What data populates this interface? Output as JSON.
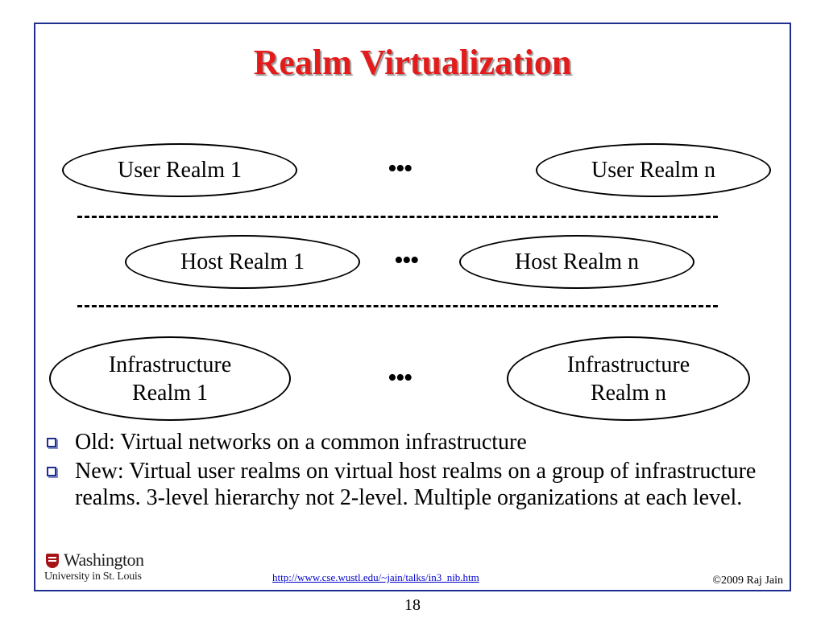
{
  "slide": {
    "title": "Realm Virtualization",
    "rows": [
      {
        "left": "User Realm 1",
        "ellipsis": "•••",
        "right": "User Realm n"
      },
      {
        "left": "Host Realm 1",
        "ellipsis": "•••",
        "right": "Host Realm n"
      },
      {
        "left_line1": "Infrastructure",
        "left_line2": "Realm 1",
        "ellipsis": "•••",
        "right_line1": "Infrastructure",
        "right_line2": "Realm n"
      }
    ],
    "bullets": [
      "Old: Virtual networks on a common infrastructure",
      "New: Virtual user realms on virtual host realms on a group of infrastructure realms. 3-level hierarchy not 2-level. Multiple organizations at each level."
    ]
  },
  "footer": {
    "logo_name": "Washington",
    "logo_sub": "University in St. Louis",
    "url": "http://www.cse.wustl.edu/~jain/talks/in3_nib.htm",
    "copyright": "©2009 Raj Jain"
  },
  "page_number": "18",
  "colors": {
    "title": "#e31b1b",
    "frame": "#1f2f8f",
    "link": "#0000cc",
    "logo": "#a51417"
  }
}
